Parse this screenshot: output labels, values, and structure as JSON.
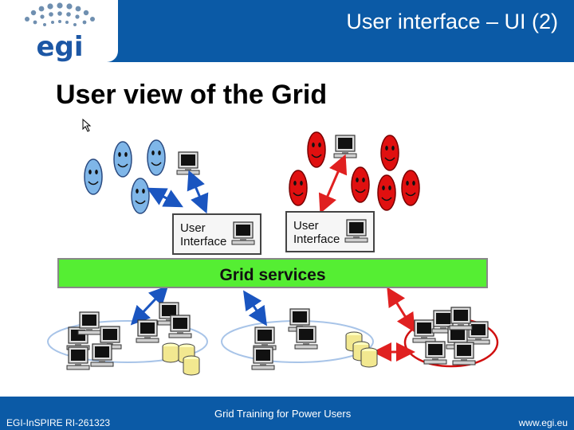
{
  "header": {
    "title": "User interface – UI (2)",
    "logo_text": "egi"
  },
  "main": {
    "title": "User view of the Grid"
  },
  "diagram": {
    "ui_left_label": "User Interface",
    "ui_right_label": "User Interface",
    "grid_services_label": "Grid services",
    "colors": {
      "blue_user": "#7fb6e8",
      "red_user": "#e01010",
      "grid_services": "#55ee33",
      "arrow": "#1a55c0",
      "red_arrow": "#e02020"
    }
  },
  "footer": {
    "left": "EGI-InSPIRE RI-261323",
    "center": "Grid Training for Power Users",
    "right": "www.egi.eu"
  }
}
